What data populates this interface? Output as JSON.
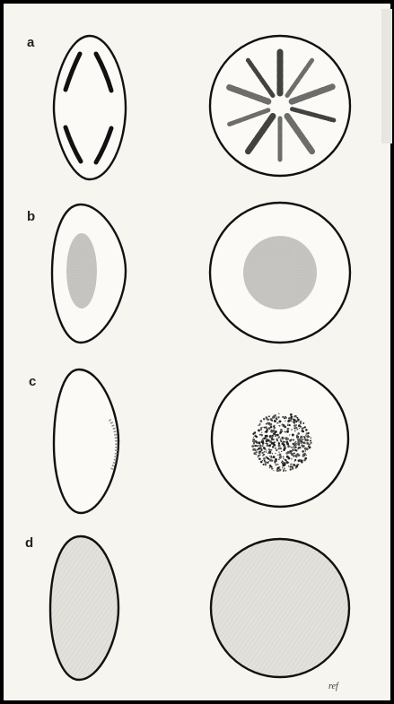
{
  "figure": {
    "panels": [
      {
        "label": "a",
        "side_pattern": "spindle-bars",
        "front_pattern": "radial-streaks"
      },
      {
        "label": "b",
        "side_pattern": "central-gray-oval",
        "front_pattern": "central-gray-disc"
      },
      {
        "label": "c",
        "side_pattern": "faint-edge-shading",
        "front_pattern": "stippled-central-spot"
      },
      {
        "label": "d",
        "side_pattern": "diffuse-haze",
        "front_pattern": "diffuse-haze"
      }
    ],
    "signature": "ref",
    "colors": {
      "page": "#f7f5ef",
      "ink": "#111111",
      "gray_fill": "#c4c2bf",
      "haze_fill": "#e4e2dd",
      "border": "#000000"
    }
  }
}
